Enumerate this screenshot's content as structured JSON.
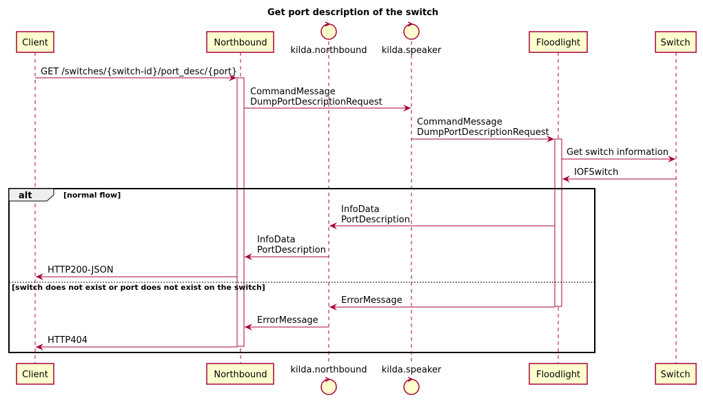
{
  "diagram": {
    "title": "Get port description of the switch",
    "participants": {
      "client": "Client",
      "northbound": "Northbound",
      "kilda_northbound": "kilda.northbound",
      "kilda_speaker": "kilda.speaker",
      "floodlight": "Floodlight",
      "switch": "Switch"
    },
    "messages": {
      "m1": "GET /switches/{switch-id}/port_desc/{port}",
      "m2_line1": "CommandMessage",
      "m2_line2": "DumpPortDescriptionRequest",
      "m3_line1": "CommandMessage",
      "m3_line2": "DumpPortDescriptionRequest",
      "m4": "Get switch information",
      "m5": "IOFSwitch",
      "m6_line1": "InfoData",
      "m6_line2": "PortDescription",
      "m7_line1": "InfoData",
      "m7_line2": "PortDescription",
      "m8": "HTTP200-JSON",
      "m9": "ErrorMessage",
      "m10": "ErrorMessage",
      "m11": "HTTP404"
    },
    "fragment": {
      "keyword": "alt",
      "guard_normal": "[normal flow]",
      "guard_error": "[switch does not exist or port does not exist on the switch]"
    },
    "colors": {
      "line": "#A80036",
      "box_fill": "#FEFECE"
    }
  }
}
